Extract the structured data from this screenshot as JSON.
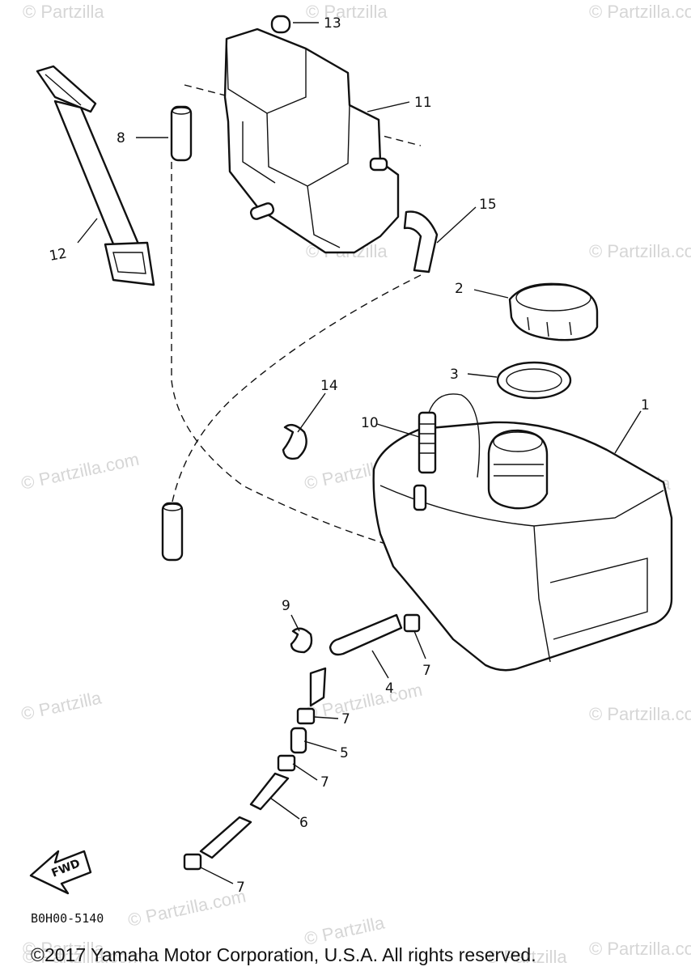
{
  "watermarks": [
    "© Partzilla",
    "© Partzilla",
    "© Partzilla.com",
    "© Partzilla",
    "© Partzilla.com",
    "© Partzilla.com",
    "© Partzilla.com",
    "© Partzilla",
    "© Partzilla",
    "© Partzilla.com",
    "© Partzilla.com",
    "© Partzilla",
    "© Partzilla",
    "© Partzilla.com",
    "© Partzilla.com",
    "© Partzilla",
    "© Partzilla.com"
  ],
  "callouts": {
    "p1": "1",
    "p2": "2",
    "p3": "3",
    "p4": "4",
    "p5": "5",
    "p6": "6",
    "p7a": "7",
    "p7b": "7",
    "p7c": "7",
    "p7d": "7",
    "p8": "8",
    "p9": "9",
    "p10": "10",
    "p11": "11",
    "p12": "12",
    "p13": "13",
    "p14": "14",
    "p15": "15"
  },
  "direction_arrow": "FWD",
  "diagram_code": "B0H00-5140",
  "copyright": "©2017 Yamaha Motor Corporation, U.S.A. All rights reserved."
}
